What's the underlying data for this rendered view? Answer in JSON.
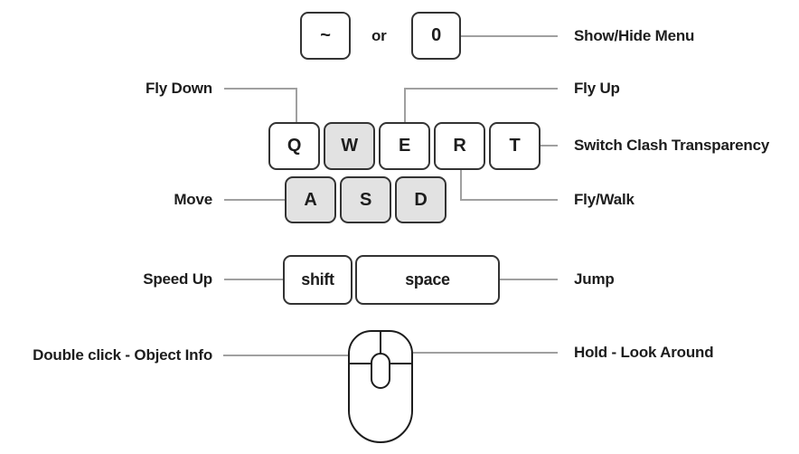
{
  "diagram_type": "keyboard-mouse-controls-help",
  "colors": {
    "background": "#ffffff",
    "key_border": "#333333",
    "key_fill": "#ffffff",
    "key_fill_shaded": "#e2e2e2",
    "connector_line": "#a0a0a0",
    "text": "#1d1d1d"
  },
  "keys": {
    "tilde": "~",
    "zero": "0",
    "qwert": [
      "Q",
      "W",
      "E",
      "R",
      "T"
    ],
    "asd": [
      "A",
      "S",
      "D"
    ],
    "shift": "shift",
    "space": "space",
    "shaded_keys": [
      "W",
      "A",
      "S",
      "D"
    ]
  },
  "labels": {
    "or": "or",
    "show_hide_menu": "Show/Hide Menu",
    "fly_down": "Fly Down",
    "fly_up": "Fly Up",
    "switch_clash_transparency": "Switch Clash Transparency",
    "move": "Move",
    "fly_walk": "Fly/Walk",
    "speed_up": "Speed Up",
    "jump": "Jump",
    "double_click_object_info": "Double click - Object Info",
    "hold_look_around": "Hold - Look Around"
  },
  "icons": {
    "mouse": "three-button-mouse-icon"
  }
}
